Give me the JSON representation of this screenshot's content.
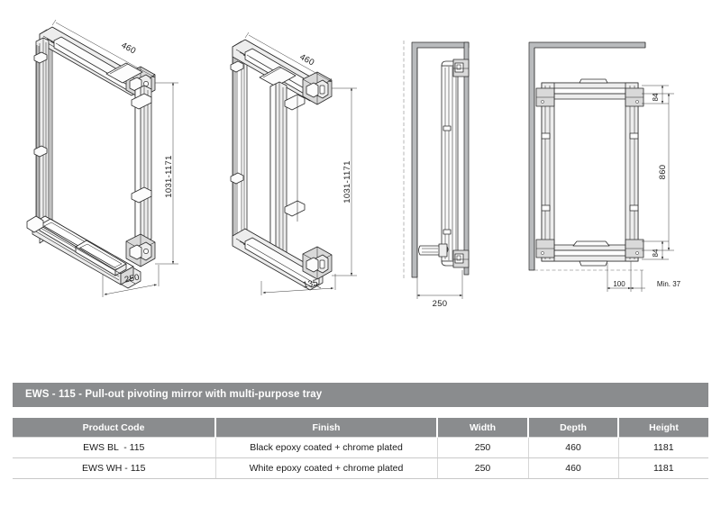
{
  "product": {
    "title": "EWS - 115 - Pull-out pivoting mirror with multi-purpose tray"
  },
  "table": {
    "headers": [
      "Product Code",
      "Finish",
      "Width",
      "Depth",
      "Height"
    ],
    "rows": [
      {
        "code": "EWS BL  - 115",
        "finish": "Black epoxy coated + chrome plated",
        "width": "250",
        "depth": "460",
        "height": "1181"
      },
      {
        "code": "EWS WH - 115",
        "finish": "White epoxy coated + chrome plated",
        "width": "250",
        "depth": "460",
        "height": "1181"
      }
    ]
  },
  "drawings": {
    "view1": {
      "name": "isometric-open-with-tray",
      "dimensions": {
        "width": "460",
        "height": "1031-1171",
        "depth": "250"
      }
    },
    "view2": {
      "name": "isometric-closed-frame",
      "dimensions": {
        "width": "460",
        "height": "1031-1171",
        "depth": "135"
      }
    },
    "view3": {
      "name": "side-section-view",
      "dimensions": {
        "width": "250"
      }
    },
    "view4": {
      "name": "front-elevation-view",
      "dimensions": {
        "top_offset": "84",
        "main_height": "860",
        "bottom_offset": "84",
        "base_width": "100",
        "clearance": "Min. 37"
      }
    }
  },
  "colors": {
    "header_gray": "#8a8c8e",
    "line": "#2b2b2b",
    "fill_light": "#fbfbfb",
    "fill_mid": "#ededed"
  }
}
